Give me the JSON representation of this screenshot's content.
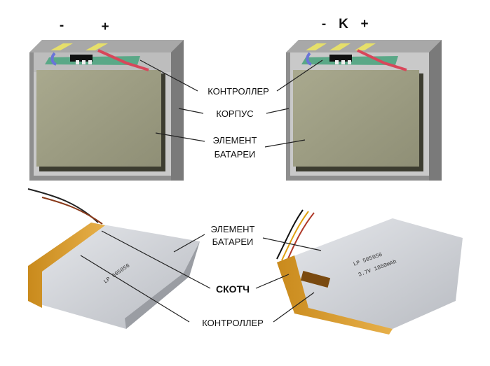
{
  "left_box": {
    "terminals": [
      "-",
      "+"
    ]
  },
  "right_box": {
    "terminals": [
      "-",
      "K",
      "+"
    ]
  },
  "labels": {
    "controller_top": "КОНТРОЛЛЕР",
    "case": "КОРПУС",
    "cell_top_line1": "ЭЛЕМЕНТ",
    "cell_top_line2": "БАТАРЕИ",
    "cell_bottom_line1": "ЭЛЕМЕНТ",
    "cell_bottom_line2": "БАТАРЕИ",
    "tape": "СКОТЧ",
    "controller_bottom": "КОНТРОЛЛЕР"
  },
  "battery_print": {
    "line1": "LP 505056",
    "line2": "3.7V 1850mAh"
  }
}
